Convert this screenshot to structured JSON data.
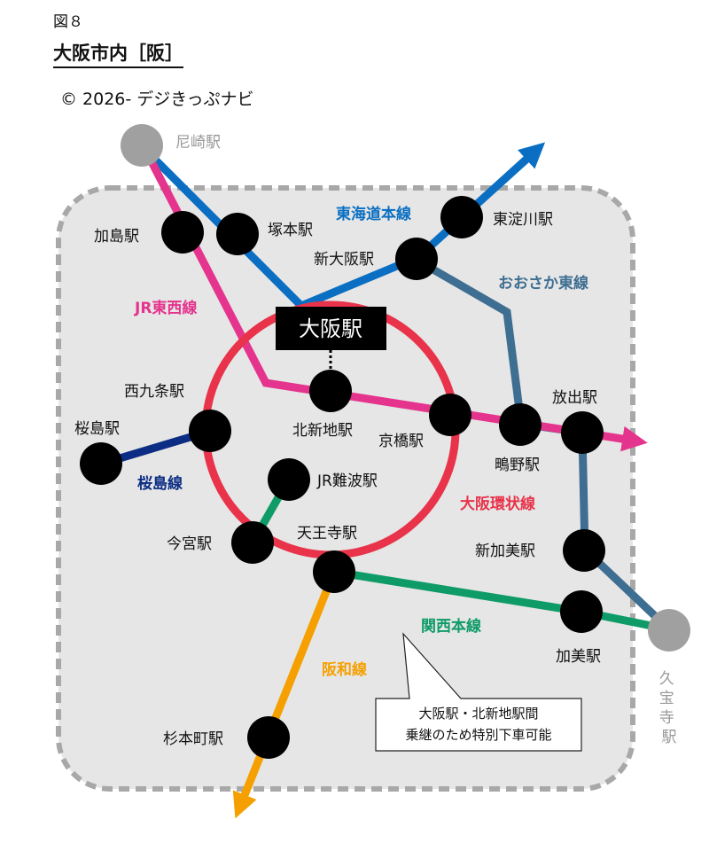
{
  "figure_label": "図８",
  "title": "大阪市内［阪］",
  "copyright": "© 2026- デジきっぷナビ",
  "colors": {
    "osaka_loop": "#e8334a",
    "tokaido": "#0a6fc2",
    "jr_tozai": "#e5348d",
    "osaka_higashi": "#3e6e91",
    "sakurajima": "#0c2d83",
    "kansai_main": "#0e9b68",
    "hanwa": "#f5a000",
    "area_fill": "#e6e6e6",
    "area_border": "#a8a8a8",
    "external_station": "#a0a0a0"
  },
  "lines": {
    "tokaido": "東海道本線",
    "osaka_higashi": "おおさか東線",
    "jr_tozai": "JR東西線",
    "osaka_loop": "大阪環状線",
    "sakurajima": "桜島線",
    "kansai_main": "関西本線",
    "hanwa": "阪和線"
  },
  "stations": {
    "amagasaki": "尼崎駅",
    "kashima": "加島駅",
    "tsukamoto": "塚本駅",
    "higashiyodogawa": "東淀川駅",
    "shinosaka": "新大阪駅",
    "osaka": "大阪駅",
    "kitashinchi": "北新地駅",
    "kyobashi": "京橋駅",
    "shigino": "鴫野駅",
    "hanaten": "放出駅",
    "nishikujo": "西九条駅",
    "sakurajima": "桜島駅",
    "jr_namba": "JR難波駅",
    "imamiya": "今宮駅",
    "tennoji": "天王寺駅",
    "shinkami": "新加美駅",
    "kami": "加美駅",
    "kyuhoji": "久宝寺駅",
    "sugimotocho": "杉本町駅"
  },
  "callout": {
    "line1": "大阪駅・北新地駅間",
    "line2": "乗継のため特別下車可能"
  }
}
